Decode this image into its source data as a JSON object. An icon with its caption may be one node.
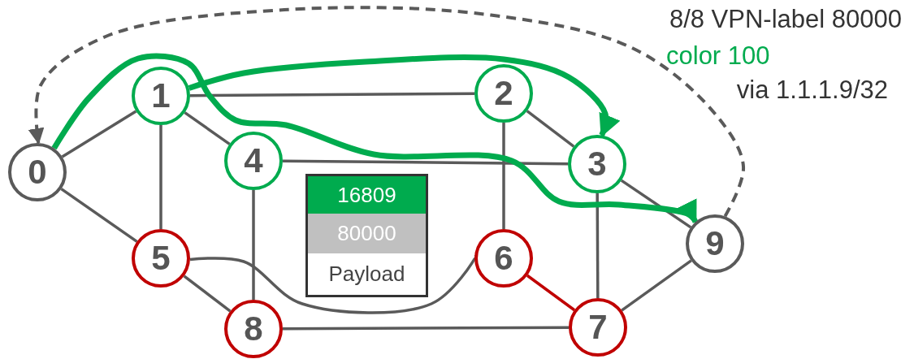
{
  "diagram": {
    "nodes": [
      {
        "text": [
          "0"
        ]
      },
      {
        "text": [
          "1"
        ]
      },
      {
        "text": [
          "2"
        ]
      },
      {
        "text": [
          "3"
        ]
      },
      {
        "text": [
          "4"
        ]
      },
      {
        "text": [
          "5"
        ]
      },
      {
        "text": [
          "6"
        ]
      },
      {
        "text": [
          "7"
        ]
      },
      {
        "text": [
          "8"
        ]
      },
      {
        "text": [
          "9"
        ]
      },
      {
        "text": [
          "16809"
        ]
      },
      {
        "text": [
          "80000"
        ]
      },
      {
        "text": [
          "Payload"
        ]
      }
    ],
    "edges": [
      {
        "from": 0,
        "to": 1,
        "arrow": "none"
      },
      {
        "from": 0,
        "to": 5,
        "arrow": "none"
      },
      {
        "from": 1,
        "to": 2,
        "arrow": "none"
      },
      {
        "from": 1,
        "to": 4,
        "arrow": "none"
      },
      {
        "from": 1,
        "to": 5,
        "arrow": "none"
      },
      {
        "from": 2,
        "to": 3,
        "arrow": "none"
      },
      {
        "from": 2,
        "to": 6,
        "arrow": "none"
      },
      {
        "from": 4,
        "to": 3,
        "arrow": "none"
      },
      {
        "from": 4,
        "to": 8,
        "arrow": "none"
      },
      {
        "from": 5,
        "to": 6,
        "arrow": "none"
      },
      {
        "from": 5,
        "to": 8,
        "arrow": "none"
      },
      {
        "from": 8,
        "to": 7,
        "arrow": "none"
      },
      {
        "from": 3,
        "to": 7,
        "arrow": "none"
      },
      {
        "from": 3,
        "to": 9,
        "arrow": "none"
      },
      {
        "from": 7,
        "to": 9,
        "arrow": "none"
      },
      {
        "from": 6,
        "to": 7,
        "arrow": "none",
        "color": "#c00000"
      },
      {
        "from": 0,
        "to": 9,
        "arrow": "to",
        "style": "thick",
        "color": "#00ab4e"
      },
      {
        "from": 1,
        "to": 3,
        "arrow": "to",
        "style": "thick",
        "color": "#00ab4e"
      },
      {
        "from": 9,
        "to": 0,
        "arrow": "to",
        "style": "dashed"
      }
    ],
    "labels": [
      "8/8 VPN-label 80000",
      "color 100",
      "via 1.1.1.9/32"
    ]
  }
}
